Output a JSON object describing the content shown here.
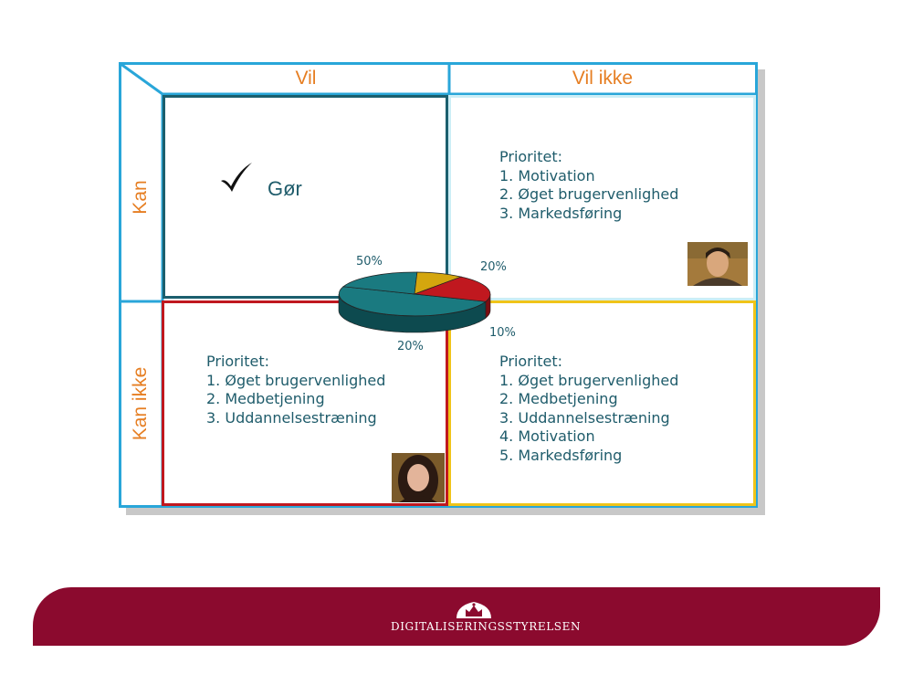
{
  "headers": {
    "col1": "Vil",
    "col2": "Vil ikke",
    "row1": "Kan",
    "row2": "Kan ikke"
  },
  "quadrants": {
    "kan_vil": {
      "label": "Gør",
      "icon": "checkmark-icon"
    },
    "kan_vilikke": {
      "title": "Prioritet:",
      "items": [
        "1. Motivation",
        "2. Øget brugervenlighed",
        "3. Markedsføring"
      ],
      "photo": "young-man-photo"
    },
    "kanikke_vil": {
      "title": "Prioritet:",
      "items": [
        "1. Øget brugervenlighed",
        "2. Medbetjening",
        "3. Uddannelsestræning"
      ],
      "photo": "woman-photo"
    },
    "kanikke_vilikke": {
      "title": "Prioritet:",
      "items": [
        "1. Øget brugervenlighed",
        "2. Medbetjening",
        "3. Uddannelsestræning",
        "4. Motivation",
        "5. Markedsføring"
      ]
    }
  },
  "chart_data": {
    "type": "pie",
    "slices": [
      {
        "label": "50%",
        "value": 50,
        "color": "#1a7a80"
      },
      {
        "label": "20%",
        "value": 20,
        "color": "#1a7a80"
      },
      {
        "label": "10%",
        "value": 10,
        "color": "#d4a60e"
      },
      {
        "label": "20%",
        "value": 20,
        "color": "#c0181f"
      }
    ]
  },
  "colors": {
    "kan_vil": "#1b5f6e",
    "kan_vilikke": "#cceef6",
    "kanikke_vil": "#c0181f",
    "kanikke_vilikke": "#f0c419",
    "outer": "#29a6d9",
    "footer": "#8b0a2e",
    "accent": "#e67e22"
  },
  "footer": {
    "org": "DIGITALISERINGSSTYRELSEN",
    "logo": "crown-logo-icon"
  }
}
